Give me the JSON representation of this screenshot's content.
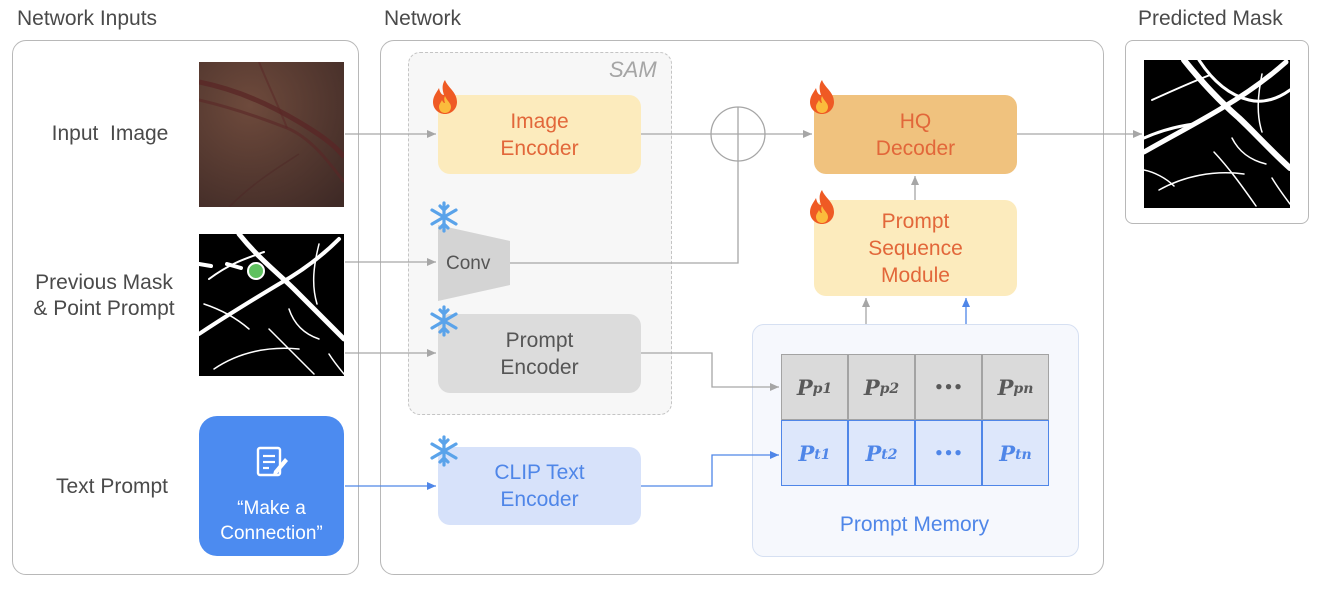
{
  "sections": {
    "inputs_title": "Network Inputs",
    "network_title": "Network",
    "output_title": "Predicted Mask"
  },
  "sam": {
    "label": "SAM"
  },
  "inputs": {
    "image_label": "Input  Image",
    "mask_label": "Previous Mask\n& Point Prompt",
    "text_label": "Text Prompt",
    "text_prompt_value": "“Make a\nConnection”"
  },
  "blocks": {
    "image_encoder": "Image\nEncoder",
    "conv": "Conv",
    "prompt_encoder": "Prompt\nEncoder",
    "clip_text_encoder": "CLIP Text\nEncoder",
    "hq_decoder": "HQ\nDecoder",
    "prompt_sequence_module": "Prompt\nSequence\nModule"
  },
  "memory": {
    "label": "Prompt Memory",
    "gray_row": [
      {
        "base": "P",
        "sub": "p1"
      },
      {
        "base": "P",
        "sub": "p2"
      },
      {
        "base": "•••",
        "sub": ""
      },
      {
        "base": "P",
        "sub": "pn"
      }
    ],
    "blue_row": [
      {
        "base": "P",
        "sub": "t1"
      },
      {
        "base": "P",
        "sub": "t2"
      },
      {
        "base": "•••",
        "sub": ""
      },
      {
        "base": "P",
        "sub": "tn"
      }
    ]
  },
  "icons": {
    "trainable": "fire-icon",
    "frozen": "snowflake-icon",
    "fusion": "circle-plus-icon",
    "text_prompt": "edit-note-icon"
  },
  "colors": {
    "orange_text": "#e2673a",
    "blue_accent": "#4f86e8",
    "arrow_gray": "#a6a6a6",
    "arrow_blue": "#4f86e8"
  }
}
